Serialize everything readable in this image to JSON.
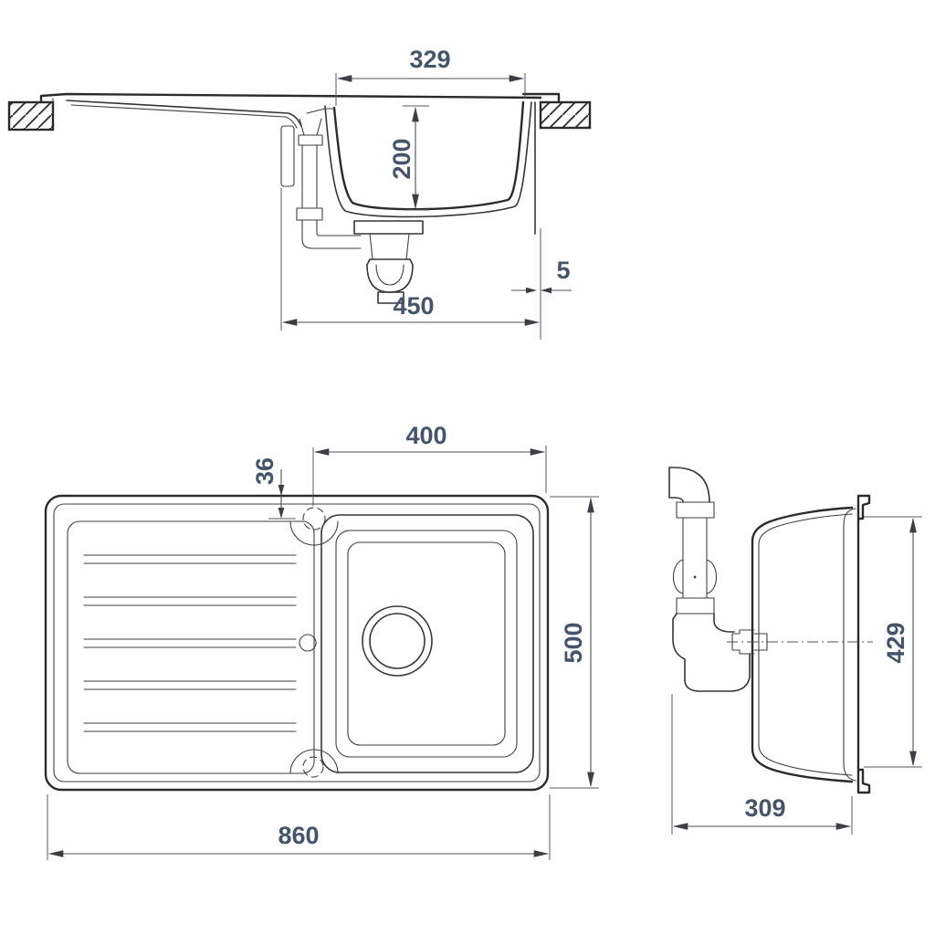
{
  "drawing": {
    "kind": "sink-dimension-drawing",
    "colors": {
      "background": "#ffffff",
      "line_art": "#2b2b2b",
      "dimension_lines": "#4c5055",
      "dimension_text": "#44546a"
    },
    "views": {
      "front_section": {
        "dims": {
          "bowl_top_width": "329",
          "bowl_depth": "200",
          "rim_offset": "5",
          "bowl_outer_width": "450"
        }
      },
      "plan": {
        "dims": {
          "bowl_section_width": "400",
          "tap_hole_offset": "36",
          "overall_depth": "500",
          "overall_length": "860"
        }
      },
      "side_section": {
        "dims": {
          "mounting_depth": "429",
          "underside_depth": "309"
        }
      }
    }
  }
}
